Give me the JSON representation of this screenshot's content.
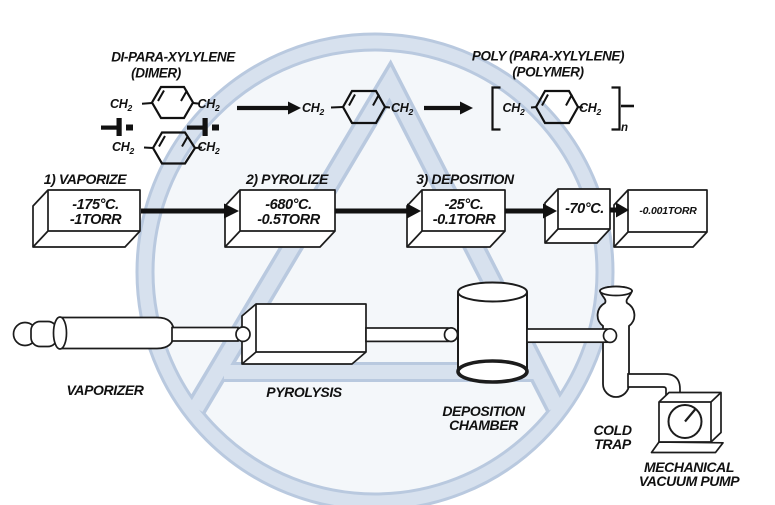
{
  "colors": {
    "background": "#ffffff",
    "ink": "#111111",
    "watermark_edge": "#b9c9df",
    "watermark_fill": "#d7e1ee",
    "watermark_tint": "rgba(226,233,242,0.38)"
  },
  "watermark": {
    "shape": "triangle-a-in-circle-logo"
  },
  "chemistry": {
    "dimer_title": "DI-PARA-XYLYLENE",
    "dimer_subtitle": "(DIMER)",
    "polymer_title": "POLY (PARA-XYLYLENE)",
    "polymer_subtitle": "(POLYMER)",
    "group_base": "CH",
    "group_sub": "2",
    "repeat_subscript": "n"
  },
  "process": {
    "steps": [
      {
        "label": "1) VAPORIZE",
        "temp": "-175°C.",
        "pressure": "-1TORR"
      },
      {
        "label": "2) PYROLIZE",
        "temp": "-680°C.",
        "pressure": "-0.5TORR"
      },
      {
        "label": "3) DEPOSITION",
        "temp": "-25°C.",
        "pressure": "-0.1TORR"
      },
      {
        "temp": "-70°C."
      },
      {
        "pressure": "-0.001TORR"
      }
    ]
  },
  "equipment": {
    "vaporizer": "VAPORIZER",
    "pyrolysis": "PYROLYSIS",
    "deposition_line1": "DEPOSITION",
    "deposition_line2": "CHAMBER",
    "coldtrap_line1": "COLD",
    "coldtrap_line2": "TRAP",
    "pump_line1": "MECHANICAL",
    "pump_line2": "VACUUM PUMP"
  }
}
